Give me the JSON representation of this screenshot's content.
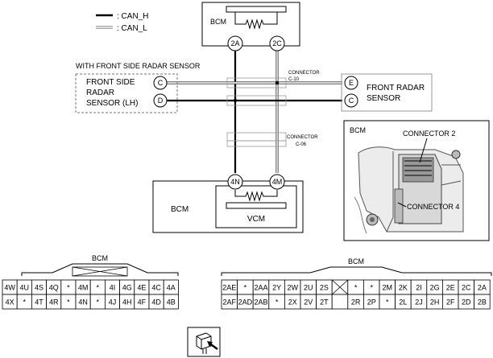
{
  "legend": {
    "can_h_label": ": CAN_H",
    "can_l_label": ": CAN_L"
  },
  "top_module": {
    "label": "BCM",
    "pin_left": "2A",
    "pin_right": "2C"
  },
  "side_radar": {
    "group_caption": "WITH FRONT SIDE RADAR SENSOR",
    "label_lines": [
      "FRONT SIDE",
      "RADAR",
      "SENSOR (LH)"
    ],
    "pin_upper": "C",
    "pin_lower": "D"
  },
  "front_radar": {
    "label_lines": [
      "FRONT RADAR",
      "SENSOR"
    ],
    "pin_upper": "E",
    "pin_lower": "C"
  },
  "connector_c10": {
    "title": "CONNECTOR",
    "code": "C-10"
  },
  "connector_c06": {
    "title": "CONNECTOR",
    "code": "C-06"
  },
  "bottom_module": {
    "outer_label": "BCM",
    "inner_label": "VCM",
    "pin_left": "4N",
    "pin_right": "4M"
  },
  "photo": {
    "title": "BCM",
    "callout_upper": "CONNECTOR 2",
    "callout_lower": "CONNECTOR 4"
  },
  "connector4_face": {
    "title": "BCM",
    "top_row": [
      "4W",
      "4U",
      "4S",
      "4Q",
      "*",
      "4M",
      "*",
      "4I",
      "4G",
      "4E",
      "4C",
      "4A"
    ],
    "bottom_row": [
      "4X",
      "*",
      "4T",
      "4R",
      "*",
      "4N",
      "*",
      "4J",
      "4H",
      "4F",
      "4D",
      "4B"
    ]
  },
  "connector2_face": {
    "title": "BCM",
    "top_row": [
      "2AE",
      "*",
      "2AA",
      "2Y",
      "2W",
      "2U",
      "2S",
      "",
      "*",
      "*",
      "2M",
      "2K",
      "2I",
      "2G",
      "2E",
      "2C",
      "2A"
    ],
    "bottom_row": [
      "2AF",
      "2AD",
      "2AB",
      "*",
      "2X",
      "2V",
      "2T",
      "",
      "2R",
      "2P",
      "*",
      "2L",
      "2J",
      "2H",
      "2F",
      "2D",
      "2B"
    ]
  },
  "harness_icon": {
    "name": "harness-side-connector-icon"
  }
}
